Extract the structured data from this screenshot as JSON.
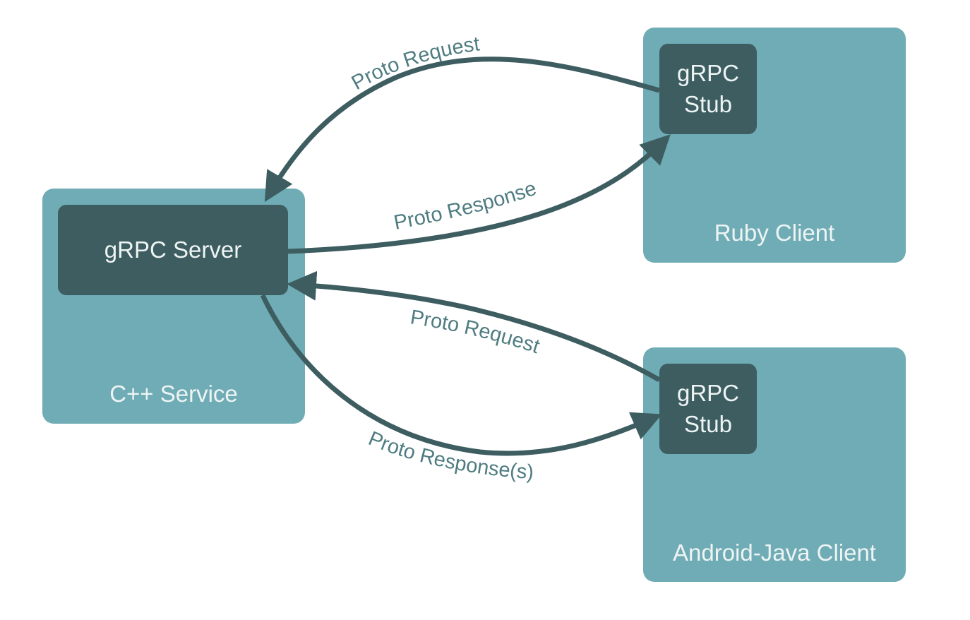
{
  "colors": {
    "container": "#6facb5",
    "component": "#3d5d60",
    "arrow": "#3d5d60",
    "edge_label": "#4f7c81",
    "box_text": "#eef4f4"
  },
  "nodes": {
    "cpp_service": {
      "label": "C++ Service",
      "component": "gRPC Server"
    },
    "ruby_client": {
      "label": "Ruby Client",
      "component_line1": "gRPC",
      "component_line2": "Stub"
    },
    "android_client": {
      "label": "Android-Java Client",
      "component_line1": "gRPC",
      "component_line2": "Stub"
    }
  },
  "edges": [
    {
      "from": "ruby_client",
      "to": "cpp_service",
      "label": "Proto Request"
    },
    {
      "from": "cpp_service",
      "to": "ruby_client",
      "label": "Proto Response"
    },
    {
      "from": "android_client",
      "to": "cpp_service",
      "label": "Proto Request"
    },
    {
      "from": "cpp_service",
      "to": "android_client",
      "label": "Proto Response(s)"
    }
  ]
}
